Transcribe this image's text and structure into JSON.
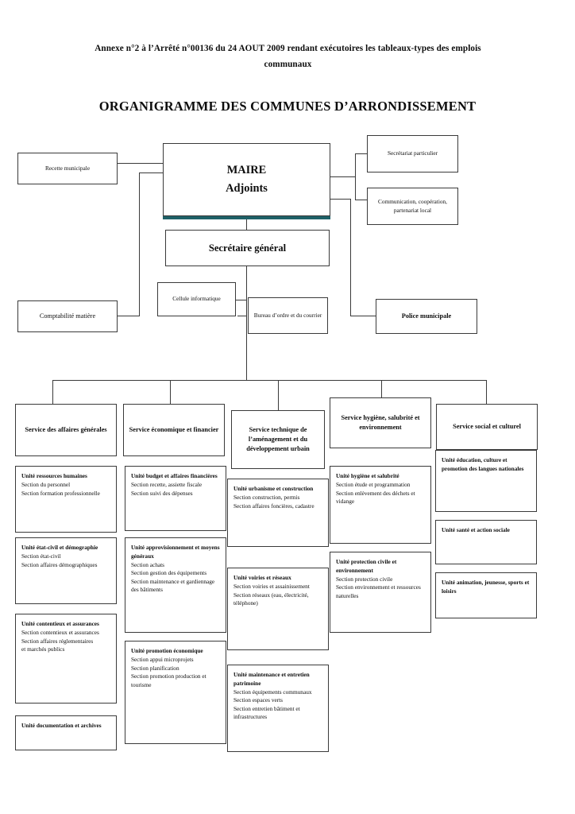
{
  "document": {
    "subtitle": "Annexe n°2 à l’Arrêté n°00136 du 24 AOUT 2009 rendant exécutoires les tableaux-types des emplois communaux",
    "title": "ORGANIGRAMME DES COMMUNES D’ARRONDISSEMENT"
  },
  "colors": {
    "accent_teal": "#1f6168",
    "border": "#3a3a3a",
    "text": "#0d0d0d",
    "background": "#ffffff"
  },
  "executive": {
    "maire_line1": "MAIRE",
    "maire_line2": "Adjoints",
    "secretaire_general": "Secrétaire général",
    "recette_municipale": "Recette municipale",
    "comptabilite_matiere": "Comptabilité matière",
    "secretariat_particulier": "Secrétariat particulier",
    "communication": "Communication, coopération, partenariat local",
    "police_municipale": "Police municipale",
    "cellule_informatique": "Cellule informatique",
    "bureau_ordre": "Bureau d’ordre et du courrier"
  },
  "services": [
    {
      "id": "affaires-generales",
      "label": "Service des affaires générales"
    },
    {
      "id": "economique-financier",
      "label": "Service économique et financier"
    },
    {
      "id": "technique-amenagement",
      "label": "Service technique de l’aménagement et du développement urbain"
    },
    {
      "id": "hygiene-salubrite",
      "label": "Service hygiène, salubrité et environnement"
    },
    {
      "id": "social-culturel",
      "label": "Service social et culturel"
    }
  ],
  "units": {
    "col1": [
      {
        "title": "Unité ressources humaines",
        "lines": [
          "Section du personnel",
          "Section formation professionnelle"
        ]
      },
      {
        "title": "Unité état-civil et démographie",
        "lines": [
          "Section état-civil",
          "Section affaires démographiques"
        ]
      },
      {
        "title": "Unité contentieux et assurances",
        "lines": [
          "Section contentieux et assurances",
          "Section affaires réglementaires",
          "et marchés publics"
        ]
      },
      {
        "title": "Unité documentation et archives",
        "lines": []
      }
    ],
    "col2": [
      {
        "title": "Unité budget et affaires financières",
        "lines": [
          "Section recette, assiette fiscale",
          "Section suivi des dépenses"
        ]
      },
      {
        "title": "Unité approvisionnement et moyens généraux",
        "lines": [
          "Section achats",
          "Section gestion des équipements",
          "Section maintenance et gardiennage des bâtiments"
        ]
      },
      {
        "title": "Unité promotion économique",
        "lines": [
          "Section appui microprojets",
          "Section planification",
          "Section promotion production et tourisme"
        ]
      }
    ],
    "col3": [
      {
        "title": "Unité urbanisme et construction",
        "lines": [
          "Section construction, permis",
          "Section affaires foncières, cadastre"
        ]
      },
      {
        "title": "Unité voiries et réseaux",
        "lines": [
          "Section voiries et assainissement",
          "Section réseaux (eau, électricité, téléphone)"
        ]
      },
      {
        "title": "Unité maintenance et entretien patrimoine",
        "lines": [
          "Section équipements communaux",
          "Section espaces verts",
          "Section entretien bâtiment et infrastructures"
        ]
      }
    ],
    "col4": [
      {
        "title": "Unité hygiène et salubrité",
        "lines": [
          "Section étude et programmation",
          "Section enlèvement des déchets et vidange"
        ]
      },
      {
        "title": "Unité protection civile et environnement",
        "lines": [
          "Section protection civile",
          "Section environnement et ressources naturelles"
        ]
      }
    ],
    "col5": [
      {
        "title": "Unité éducation, culture et promotion des langues nationales",
        "lines": []
      },
      {
        "title": "Unité santé et action sociale",
        "lines": []
      },
      {
        "title": "Unité animation, jeunesse, sports et loisirs",
        "lines": []
      }
    ]
  }
}
